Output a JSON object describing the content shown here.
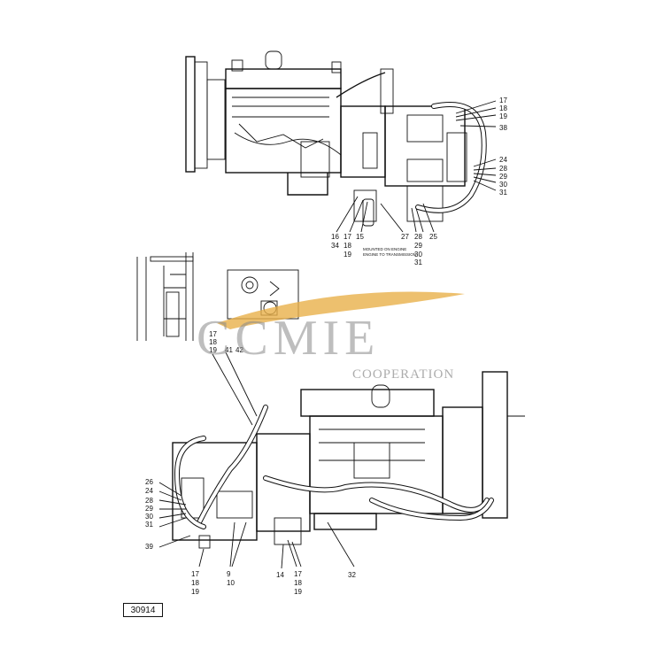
{
  "top_view": {
    "callouts": {
      "c17": "17",
      "c18": "18",
      "c19": "19",
      "c38": "38",
      "c24": "24",
      "c28": "28",
      "c29": "29",
      "c30": "30",
      "c31": "31",
      "c16": "16",
      "c34": "34",
      "c17b": "17",
      "c18b": "18",
      "c19b": "19",
      "c15": "15",
      "c27": "27",
      "c28b": "28",
      "c29b": "29",
      "c30b": "30",
      "c31b": "31",
      "c25": "25"
    },
    "note_line1": "MOUNTED ON ENGINE",
    "note_line2": "ENGINE TO TRANSMISSION"
  },
  "bottom_view": {
    "callouts": {
      "c17": "17",
      "c18": "18",
      "c19": "19",
      "c41": "41",
      "c42": "42",
      "c26": "26",
      "c24": "24",
      "c28": "28",
      "c29": "29",
      "c30": "30",
      "c31": "31",
      "c39": "39",
      "c17b": "17",
      "c18b": "18",
      "c19b": "19",
      "c9": "9",
      "c10": "10",
      "c14": "14",
      "c17c": "17",
      "c18c": "18",
      "c19c": "19",
      "c32": "32"
    }
  },
  "watermark": {
    "main": "CCMIE",
    "sub": "COOPERATION",
    "accent_color": "#e8b04a"
  },
  "figure_number": "30914"
}
